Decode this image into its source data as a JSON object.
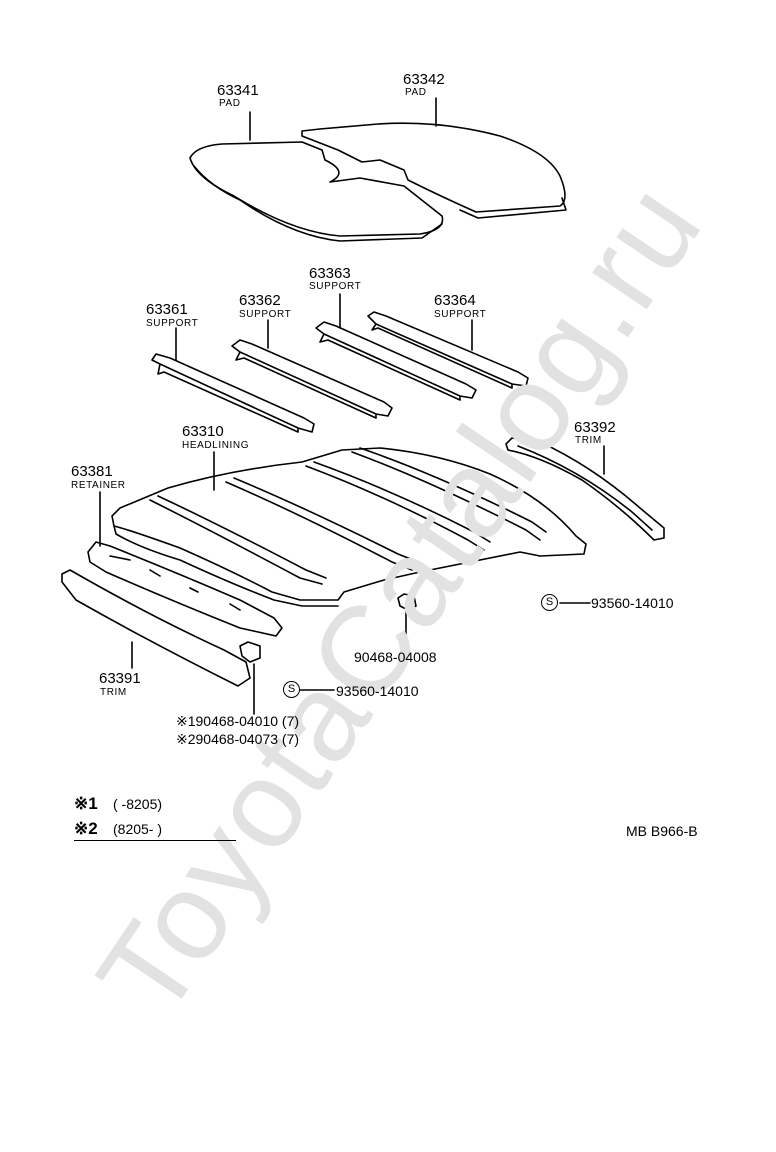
{
  "watermark": "ToyotaCatalog.ru",
  "parts": {
    "p63341": {
      "number": "63341",
      "name": "PAD"
    },
    "p63342": {
      "number": "63342",
      "name": "PAD"
    },
    "p63361": {
      "number": "63361",
      "name": "SUPPORT"
    },
    "p63362": {
      "number": "63362",
      "name": "SUPPORT"
    },
    "p63363": {
      "number": "63363",
      "name": "SUPPORT"
    },
    "p63364": {
      "number": "63364",
      "name": "SUPPORT"
    },
    "p63310": {
      "number": "63310",
      "name": "HEADLINING"
    },
    "p63392": {
      "number": "63392",
      "name": "TRIM"
    },
    "p63381": {
      "number": "63381",
      "name": "RETAINER"
    },
    "p63391": {
      "number": "63391",
      "name": "TRIM"
    },
    "s1": {
      "symbol": "S",
      "number": "93560-14010"
    },
    "clip": {
      "number": "90468-04008"
    },
    "s2": {
      "symbol": "S",
      "number": "93560-14010"
    },
    "alt1": "※190468-04010 (7)",
    "alt2": "※290468-04073 (7)"
  },
  "legend": {
    "row1_mark": "※1",
    "row1_text": "(       -8205)",
    "row2_mark": "※2",
    "row2_text": "(8205-        )"
  },
  "diagram_code": "MB B966-B"
}
